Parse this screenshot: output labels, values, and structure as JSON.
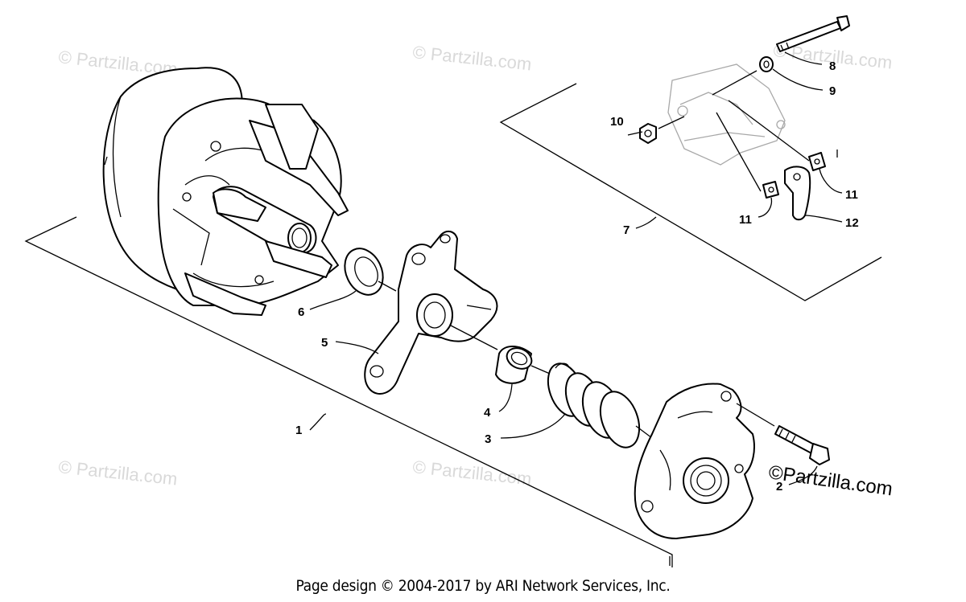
{
  "watermarks": {
    "faint": "© Partzilla.com",
    "strong": "©Partzilla.com"
  },
  "callouts": [
    {
      "id": "1",
      "label": "1"
    },
    {
      "id": "2",
      "label": "2"
    },
    {
      "id": "3",
      "label": "3"
    },
    {
      "id": "4",
      "label": "4"
    },
    {
      "id": "5",
      "label": "5"
    },
    {
      "id": "6",
      "label": "6"
    },
    {
      "id": "7",
      "label": "7"
    },
    {
      "id": "8",
      "label": "8"
    },
    {
      "id": "9",
      "label": "9"
    },
    {
      "id": "10",
      "label": "10"
    },
    {
      "id": "11a",
      "label": "11"
    },
    {
      "id": "11b",
      "label": "11"
    },
    {
      "id": "12",
      "label": "12"
    }
  ],
  "footer": "Page design © 2004-2017 by ARI Network Services, Inc."
}
